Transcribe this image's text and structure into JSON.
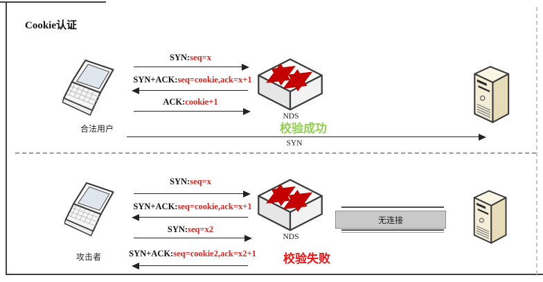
{
  "title": "Cookie认证",
  "colors": {
    "msg-red": "#d8261f",
    "ok-green": "#92d050",
    "fail-red": "#f01414"
  },
  "top": {
    "actor": "合法用户",
    "device": "NDS",
    "messages": [
      {
        "prefix": "SYN:",
        "value": "seq=x",
        "direction": "right"
      },
      {
        "prefix": "SYN+ACK:",
        "value": "seq=cookie,ack=x+1",
        "direction": "left"
      },
      {
        "prefix": "ACK:",
        "value": "cookie+1",
        "direction": "right"
      }
    ],
    "result": "校验成功",
    "bypass_label": "SYN"
  },
  "bottom": {
    "actor": "攻击者",
    "device": "NDS",
    "messages": [
      {
        "prefix": "SYN:",
        "value": "seq=x",
        "direction": "right"
      },
      {
        "prefix": "SYN+ACK:",
        "value": "seq=cookie,ack=x+1",
        "direction": "left"
      },
      {
        "prefix": "SYN:",
        "value": "seq=x2",
        "direction": "right"
      },
      {
        "prefix": "SYN+ACK:",
        "value": "seq=cookie2,ack=x2+1",
        "direction": "left"
      }
    ],
    "result": "校验失败",
    "no_connection": "无连接"
  }
}
